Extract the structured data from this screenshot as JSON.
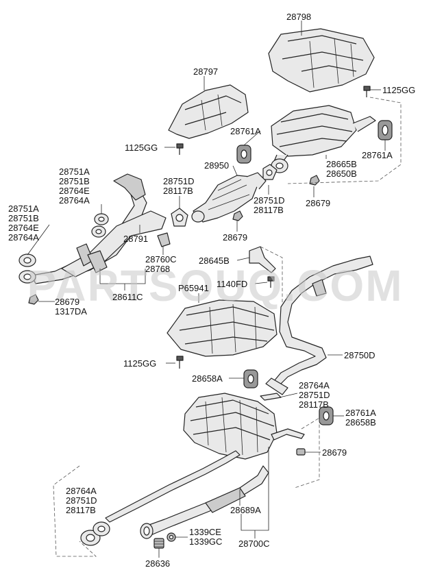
{
  "watermark": "PARTSOUQ.COM",
  "colors": {
    "line": "#222222",
    "part_fill": "#e9e9e9",
    "part_shade": "#c8c8c8",
    "watermark": "#c8c8c8"
  },
  "labels": {
    "l28798": "28798",
    "l1125gg_tr": "1125GG",
    "l28797": "28797",
    "l1125gg_ml": "1125GG",
    "l28761a_top": "28761A",
    "l28761a_right": "28761A",
    "l28665b": [
      "28665B",
      "28650B"
    ],
    "l28950": "28950",
    "l28751a_mid": [
      "28751A",
      "28751B",
      "28764E",
      "28764A"
    ],
    "l28751d_mid": [
      "28751D",
      "28117B"
    ],
    "l28679_right": "28679",
    "l28751d_cat": [
      "28751D",
      "28117B"
    ],
    "l28751a_left": [
      "28751A",
      "28751B",
      "28764E",
      "28764A"
    ],
    "l28791": "28791",
    "l28679_cat": "28679",
    "l28760c": [
      "28760C",
      "28768"
    ],
    "l28645b": "28645B",
    "l1140fd": "1140FD",
    "l28611c": "28611C",
    "lp65941": "P65941",
    "l28679_left": [
      "28679",
      "1317DA"
    ],
    "l28750d": "28750D",
    "l1125gg_low": "1125GG",
    "l28658a": "28658A",
    "l28764a_low": [
      "28764A",
      "28751D",
      "28117B"
    ],
    "l28761a_low": [
      "28761A",
      "28658B"
    ],
    "l28679_low": "28679",
    "l28764a_bl": [
      "28764A",
      "28751D",
      "28117B"
    ],
    "l28689a": "28689A",
    "l1339ce": [
      "1339CE",
      "1339GC"
    ],
    "l28700c": "28700C",
    "l28636": "28636"
  }
}
